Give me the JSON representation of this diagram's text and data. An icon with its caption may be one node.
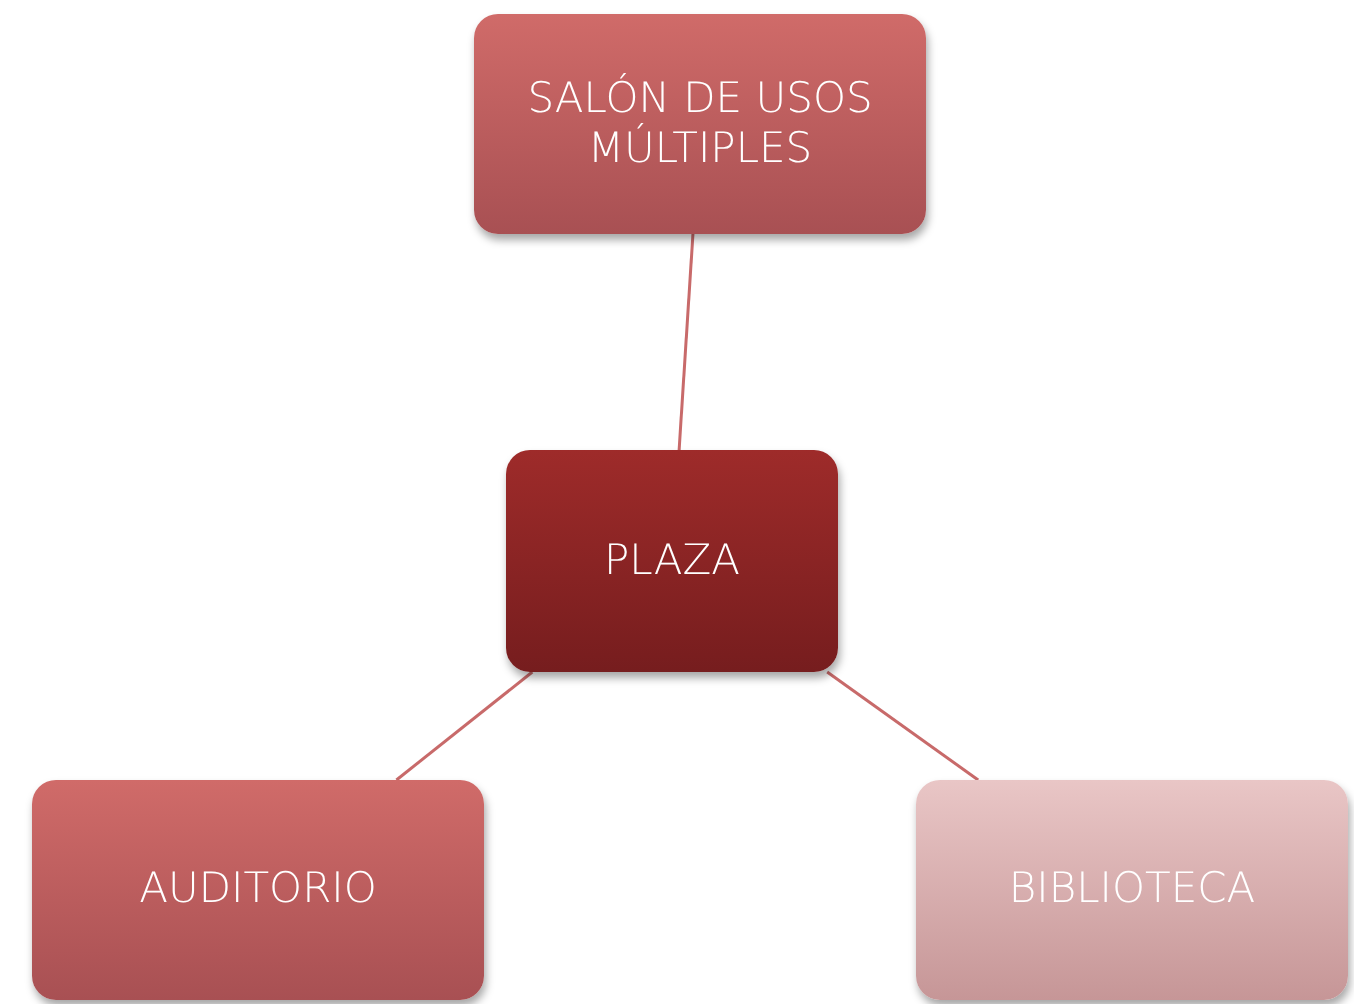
{
  "diagram": {
    "nodes": [
      {
        "text": [
          "SALÓN DE USOS MÚLTIPLES"
        ]
      },
      {
        "text": [
          "PLAZA"
        ]
      },
      {
        "text": [
          "AUDITORIO"
        ]
      },
      {
        "text": [
          "BIBLIOTECA"
        ]
      }
    ],
    "edges": [
      {
        "from": 1,
        "to": 0,
        "arrow": "none"
      },
      {
        "from": 1,
        "to": 2,
        "arrow": "none"
      },
      {
        "from": 1,
        "to": 3,
        "arrow": "none"
      }
    ]
  }
}
